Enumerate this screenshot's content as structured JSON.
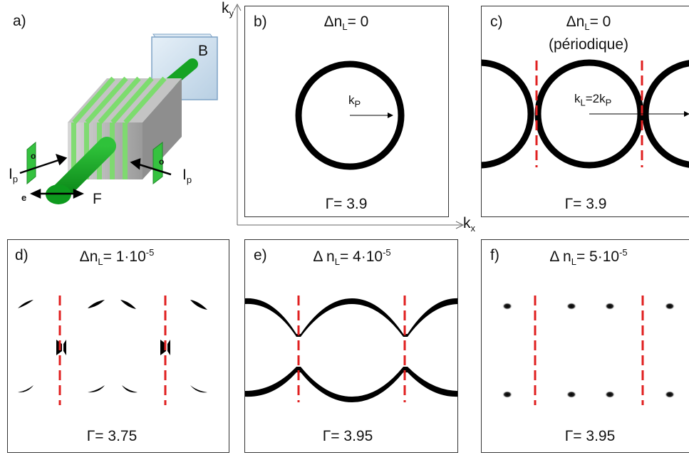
{
  "panels": {
    "a": {
      "label": "a)",
      "B": "B",
      "F": "F",
      "e": "e",
      "o_left": "o",
      "o_right": "o",
      "Ip_left": {
        "main": "I",
        "sub": "p"
      },
      "Ip_right": {
        "main": "I",
        "sub": "p"
      },
      "colors": {
        "fiber": "#16a323",
        "stripe": "#7ddc6e",
        "block": "#a9a9a9",
        "magnet": "#cfe0ee"
      }
    },
    "b": {
      "label": "b)",
      "title": {
        "pre": "Δn",
        "sub": "L",
        "post": "= 0"
      },
      "radius_label": {
        "main": "k",
        "sub": "P"
      },
      "gamma": "Γ= 3.9"
    },
    "c": {
      "label": "c)",
      "title": {
        "pre": "Δn",
        "sub": "L",
        "post": "= 0"
      },
      "subtitle": "(périodique)",
      "radius_label": {
        "k": "k",
        "s1": "L",
        "mid": "=2k",
        "s2": "P"
      },
      "gamma": "Γ= 3.9"
    },
    "d": {
      "label": "d)",
      "title": {
        "pre": "Δn",
        "sub": "L",
        "mid": "= 1·10",
        "sup": "-5"
      },
      "gamma": "Γ= 3.75"
    },
    "e": {
      "label": "e)",
      "title": {
        "pre": "Δ n",
        "sub": "L",
        "mid": "= 4·10",
        "sup": "-5"
      },
      "gamma": "Γ= 3.95"
    },
    "f": {
      "label": "f)",
      "title": {
        "pre": "Δ n",
        "sub": "L",
        "mid": "= 5·10",
        "sup": "-5"
      },
      "gamma": "Γ= 3.95"
    }
  },
  "axes": {
    "kx": {
      "main": "k",
      "sub": "x"
    },
    "ky": {
      "main": "k",
      "sub": "y"
    }
  },
  "colors": {
    "curve": "#000000",
    "dashed": "#e02020"
  }
}
